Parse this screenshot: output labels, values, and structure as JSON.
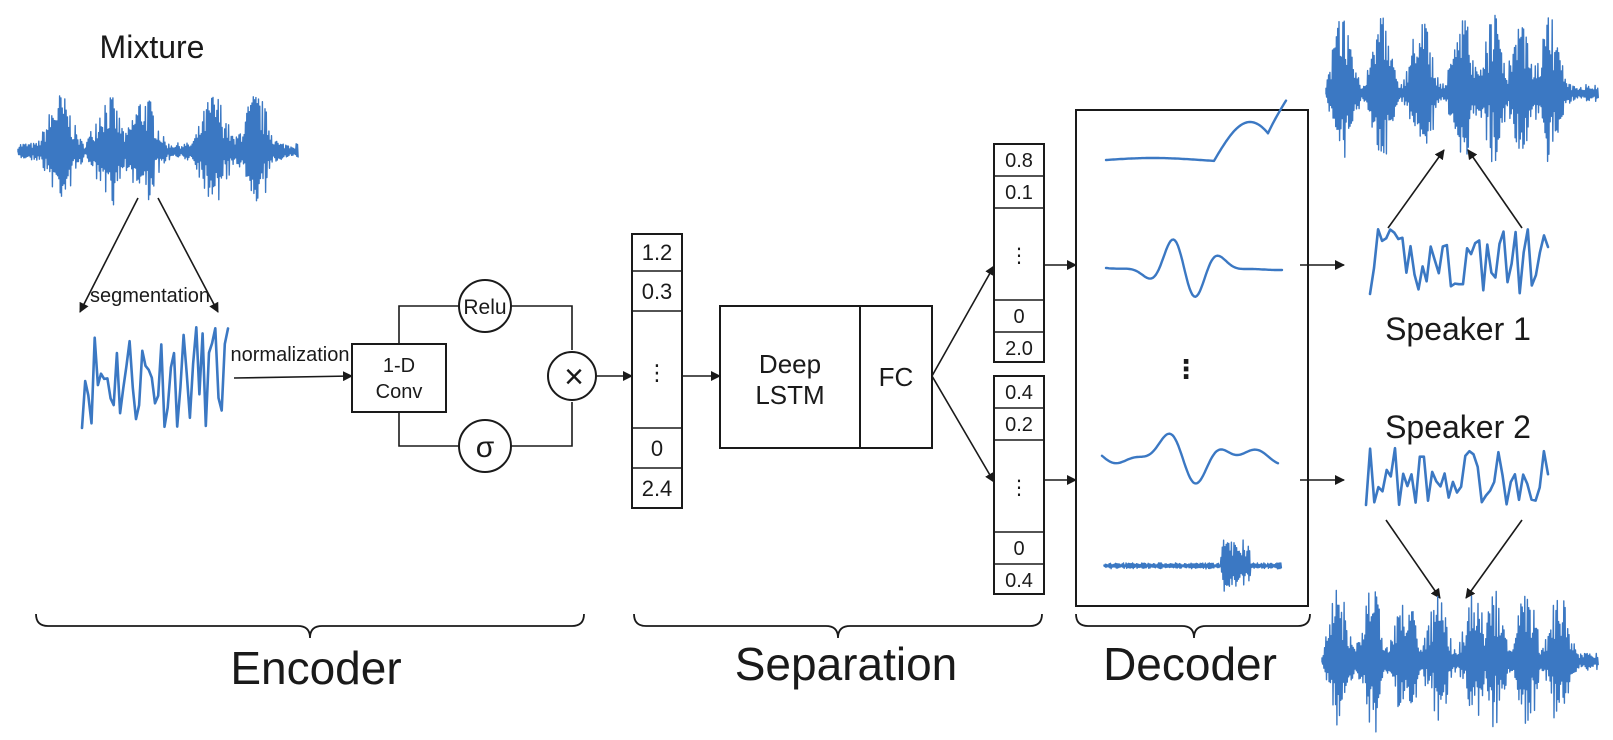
{
  "mixture_label": "Mixture",
  "segmentation_label": "segmentation",
  "normalization_label": "normalization",
  "conv_label_line1": "1-D",
  "conv_label_line2": "Conv",
  "relu_label": "Relu",
  "sigma_label": "σ",
  "multiply_symbol": "×",
  "vector_main": [
    "1.2",
    "0.3",
    "⋮",
    "0",
    "2.4"
  ],
  "deep_lstm_line1": "Deep",
  "deep_lstm_line2": "LSTM",
  "fc_label": "FC",
  "vector_out1": [
    "0.8",
    "0.1",
    "⋮",
    "0",
    "2.0"
  ],
  "vector_out2": [
    "0.4",
    "0.2",
    "⋮",
    "0",
    "0.4"
  ],
  "decoder_ellipsis": "⋮",
  "speaker1_label": "Speaker 1",
  "speaker2_label": "Speaker 2",
  "section_encoder": "Encoder",
  "section_separation": "Separation",
  "section_decoder": "Decoder",
  "colors": {
    "waveform": "#3b78c3",
    "line": "#1a1a1a"
  }
}
